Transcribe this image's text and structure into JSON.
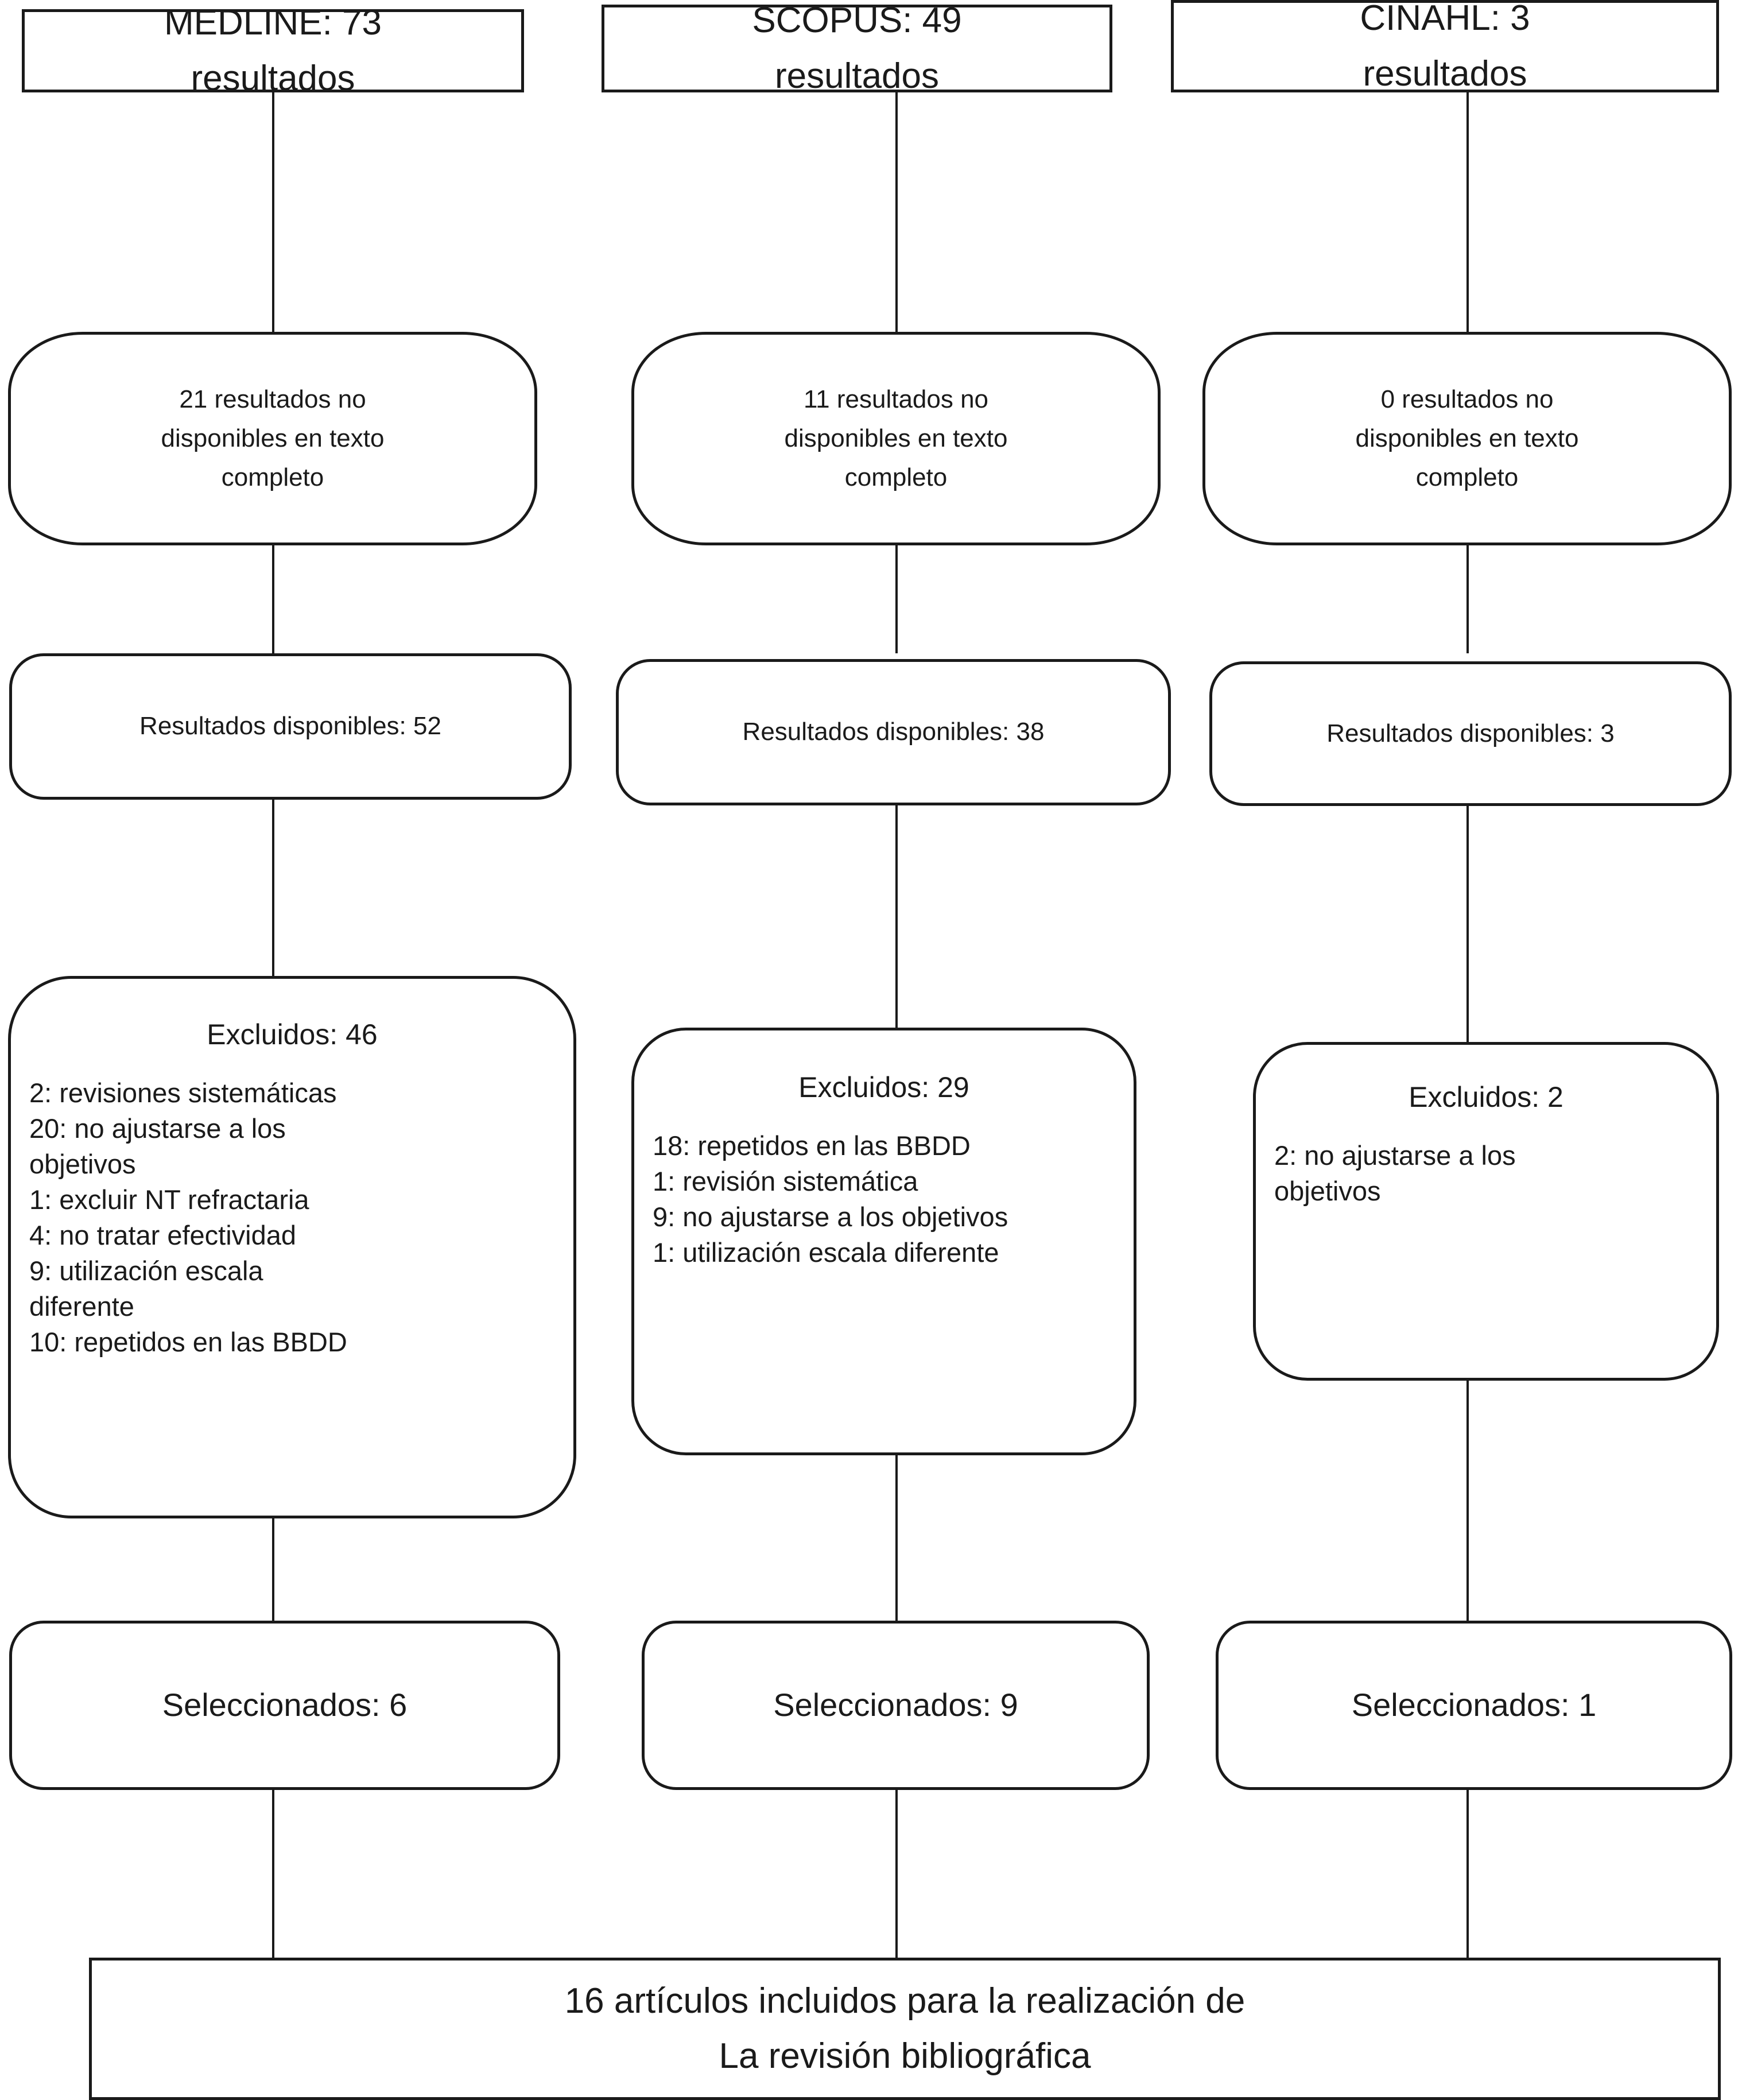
{
  "diagram": {
    "title": "Diagrama de flujo de seleccion de articulos",
    "type": "prisma-flowchart",
    "stroke_color": "#1a1a1a",
    "background_color": "#ffffff"
  },
  "columns": [
    {
      "key": "medline",
      "source": {
        "line1": "MEDLINE: 73",
        "line2": "resultados"
      },
      "not_available": {
        "line1": "21 resultados no",
        "line2": "disponibles en texto",
        "line3": "completo"
      },
      "available": "Resultados disponibles: 52",
      "excluded": {
        "heading": "Excluidos: 46",
        "reasons": "2: revisiones sistemáticas\n20: no ajustarse a los\nobjetivos\n1: excluir NT refractaria\n4: no tratar efectividad\n9: utilización escala\ndiferente\n10: repetidos en las BBDD"
      },
      "selected": "Seleccionados: 6"
    },
    {
      "key": "scopus",
      "source": {
        "line1": "SCOPUS: 49",
        "line2": "resultados"
      },
      "not_available": {
        "line1": "11 resultados no",
        "line2": "disponibles en texto",
        "line3": "completo"
      },
      "available": "Resultados disponibles: 38",
      "excluded": {
        "heading": "Excluidos: 29",
        "reasons": "18: repetidos en las BBDD\n1: revisión sistemática\n9: no ajustarse a los objetivos\n1: utilización escala diferente"
      },
      "selected": "Seleccionados: 9"
    },
    {
      "key": "cinahl",
      "source": {
        "line1": "CINAHL: 3",
        "line2": "resultados"
      },
      "not_available": {
        "line1": "0 resultados no",
        "line2": "disponibles en texto",
        "line3": "completo"
      },
      "available": "Resultados disponibles: 3",
      "excluded": {
        "heading": "Excluidos: 2",
        "reasons": "2: no ajustarse a los\nobjetivos"
      },
      "selected": "Seleccionados: 1"
    }
  ],
  "final": {
    "line1": "16 artículos incluidos para la realización de",
    "line2": "La revisión bibliográfica"
  }
}
